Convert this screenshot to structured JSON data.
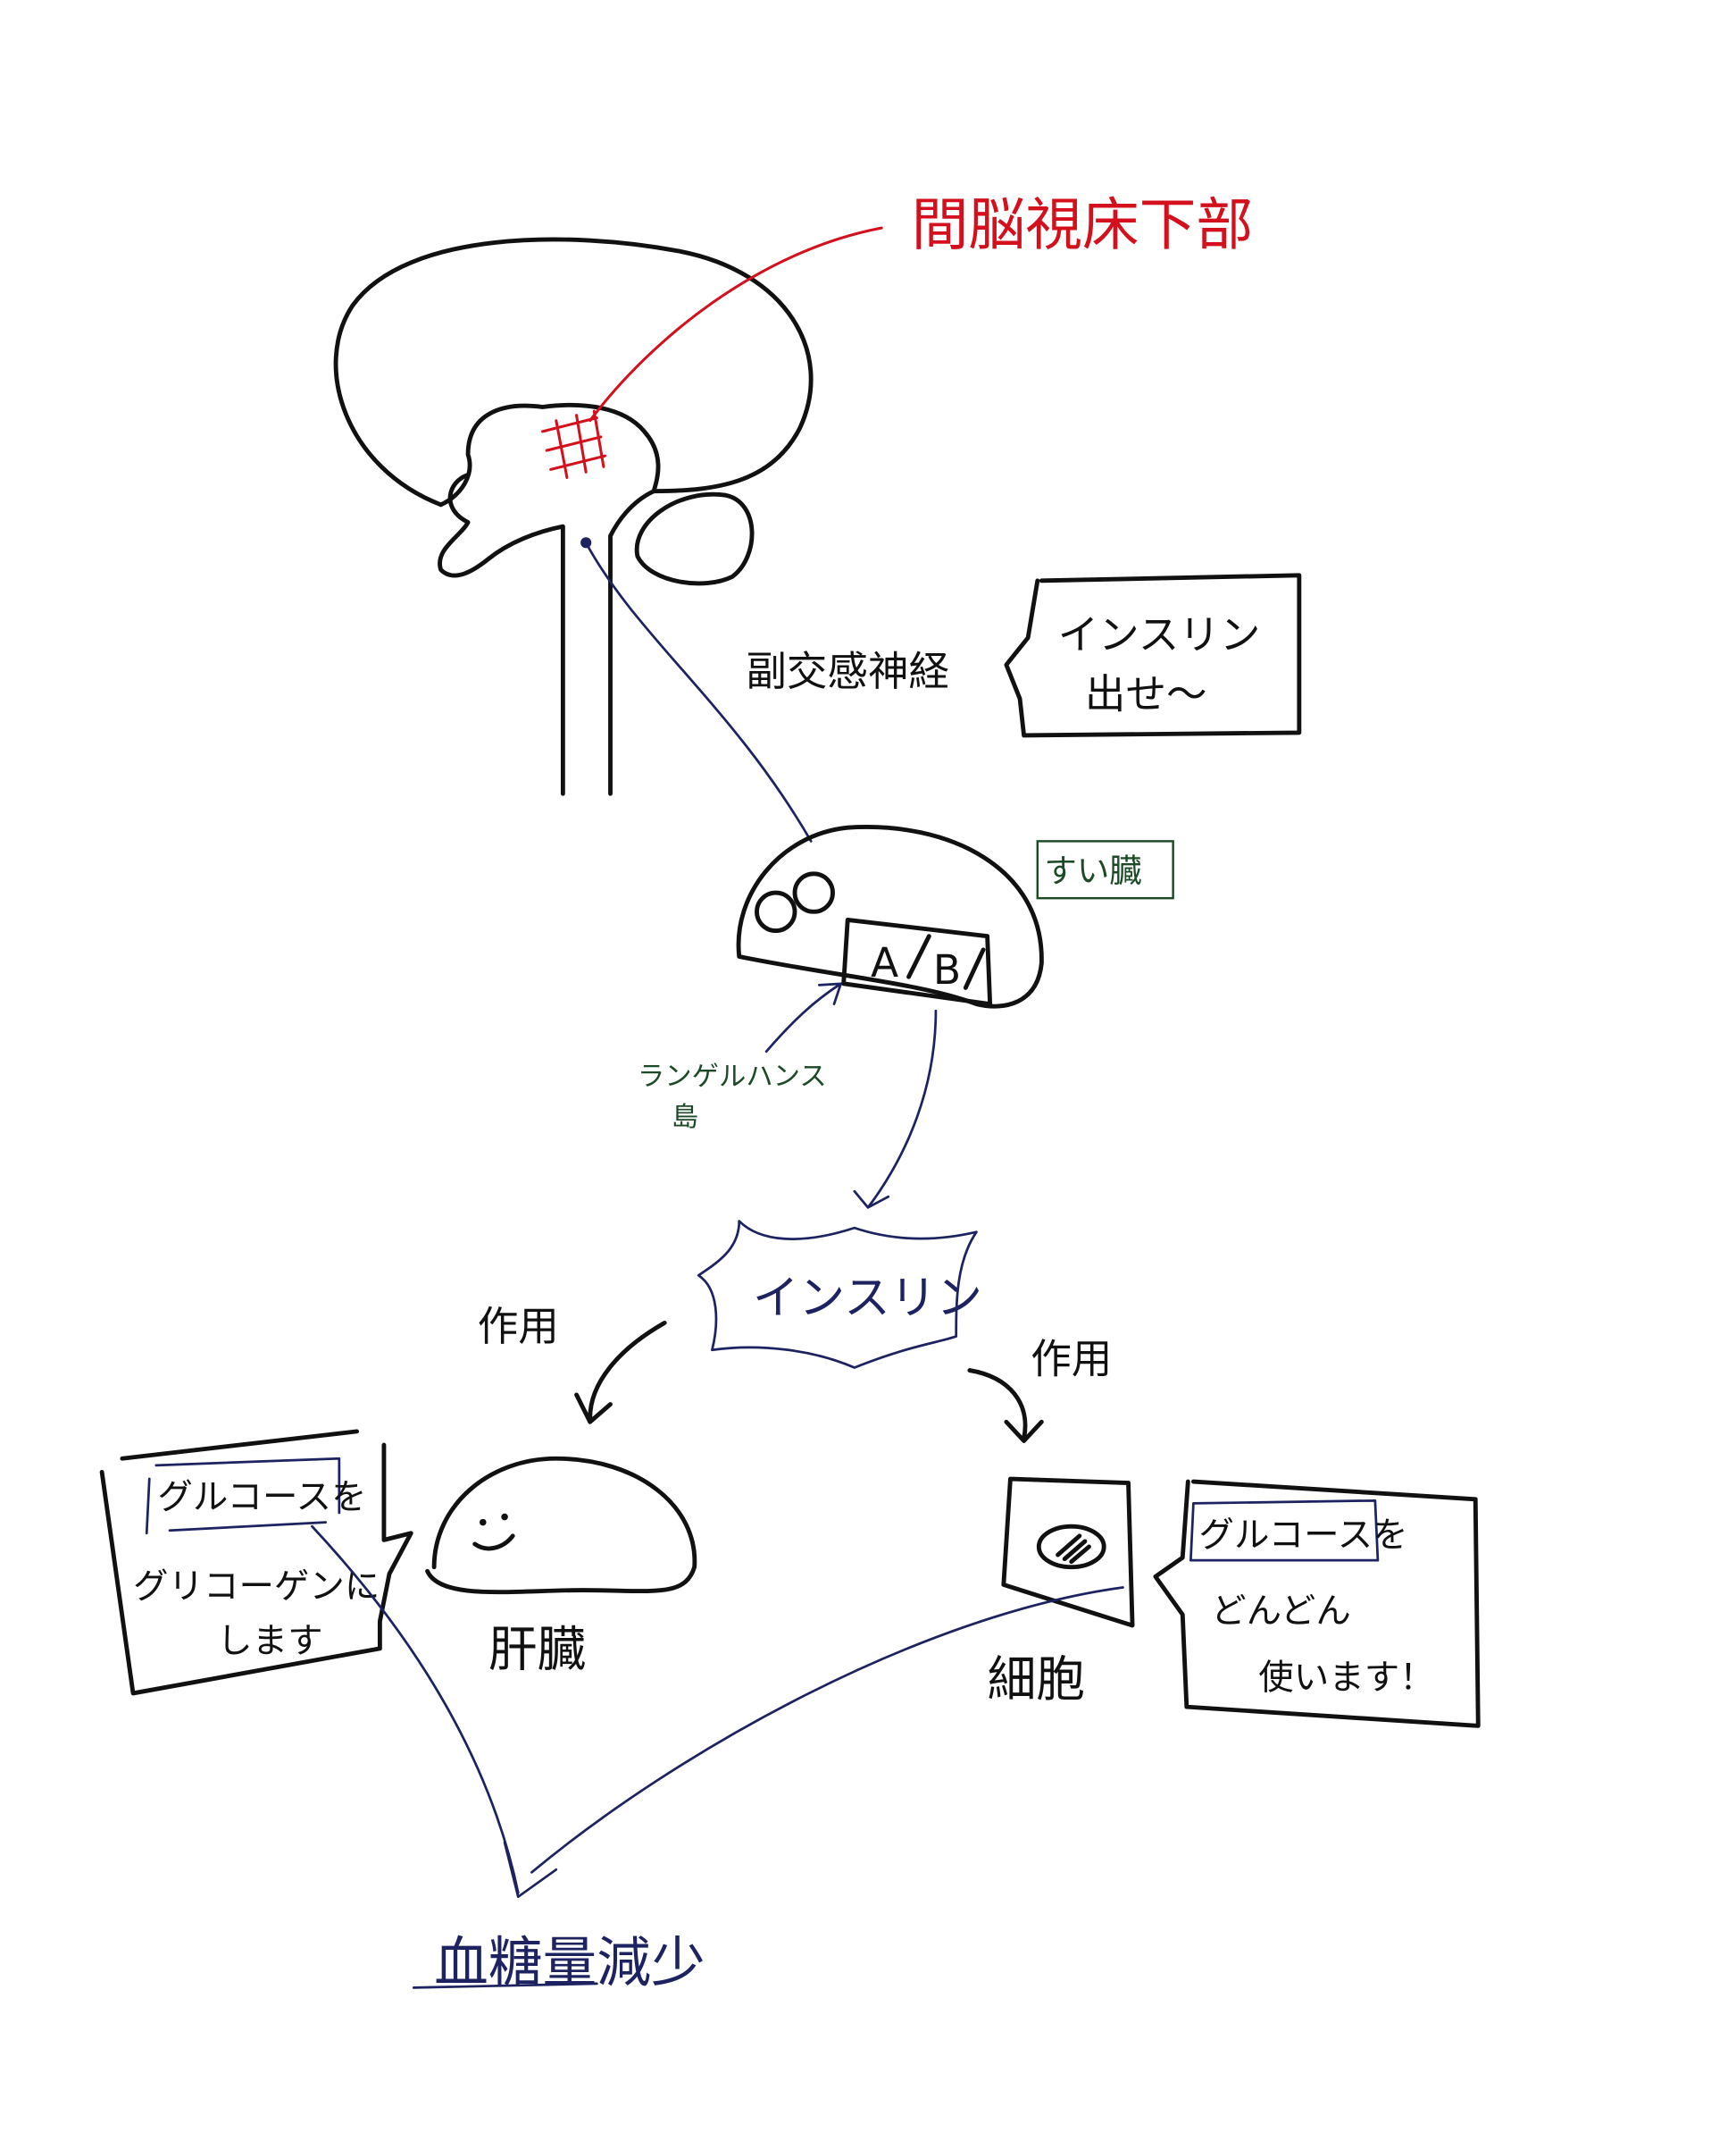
{
  "title_hypothalamus": "間脳視床下部",
  "nerve_label": "副交感神経",
  "speech_box": {
    "line1": "インスリン",
    "line2": "出せ〜"
  },
  "pancreas": {
    "label": "すい臓",
    "cell_a": "A",
    "cell_b": "B"
  },
  "islets_label": {
    "line1": "ランゲルハンス",
    "line2": "島"
  },
  "hormone_label": "インスリン",
  "action_left": "作用",
  "action_right": "作用",
  "liver_box": {
    "line1_highlight": "グルコース",
    "line1_rest": "を",
    "line2": "グリコーゲンに",
    "line3": "します"
  },
  "liver_label": "肝臓",
  "cell_box": {
    "line1_highlight": "グルコース",
    "line1_rest": "を",
    "line2": "どんどん",
    "line3": "使います！"
  },
  "cell_label": "細胞",
  "result_label": "血糖量減少",
  "colors": {
    "ink": "#111111",
    "red": "#d3101c",
    "navy": "#1c2360",
    "green": "#1d4a26"
  }
}
